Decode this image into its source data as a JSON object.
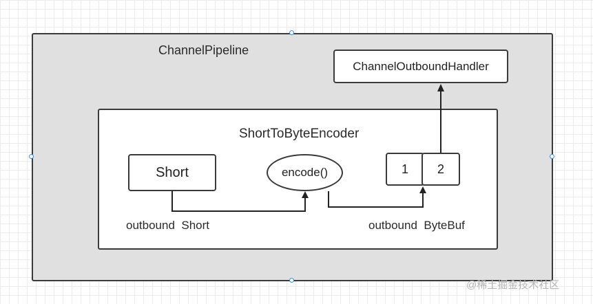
{
  "pipeline": {
    "title": "ChannelPipeline"
  },
  "handler": {
    "label": "ChannelOutboundHandler"
  },
  "encoder": {
    "title": "ShortToByteEncoder",
    "input_box": "Short",
    "method": "encode()",
    "cells": [
      "1",
      "2"
    ],
    "input_label": "outbound  Short",
    "output_label": "outbound  ByteBuf"
  },
  "watermark": "@稀土掘金技术社区",
  "colors": {
    "outer_fill": "#e0e0e0",
    "stroke": "#3a3a3a",
    "handle": "#4a8ad0"
  }
}
